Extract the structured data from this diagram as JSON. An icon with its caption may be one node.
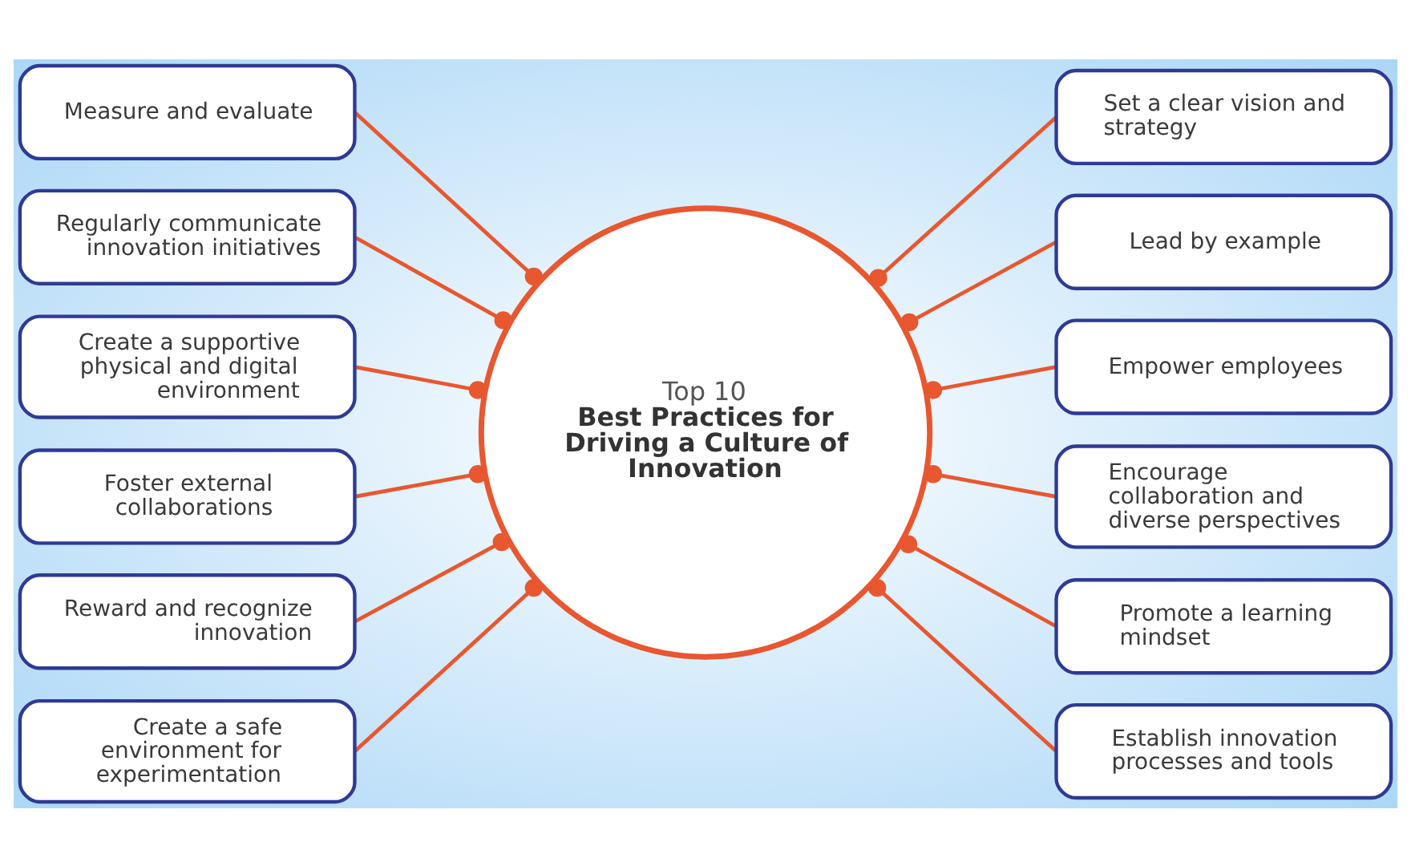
{
  "diagram": {
    "nodes": [
      {
        "text": [
          "Top 10",
          "Best Practices for Driving a Culture of Innovation"
        ]
      },
      {
        "text": [
          "Set a clear vision and strategy"
        ]
      },
      {
        "text": [
          "Lead by example"
        ]
      },
      {
        "text": [
          "Empower employees"
        ]
      },
      {
        "text": [
          "Encourage collaboration and diverse perspectives"
        ]
      },
      {
        "text": [
          "Promote a learning mindset"
        ]
      },
      {
        "text": [
          "Establish innovation processes and tools"
        ]
      },
      {
        "text": [
          "Create a safe environment for experimentation"
        ]
      },
      {
        "text": [
          "Reward and recognize innovation"
        ]
      },
      {
        "text": [
          "Foster external collaborations"
        ]
      },
      {
        "text": [
          "Create a supportive physical and digital environment"
        ]
      },
      {
        "text": [
          "Regularly communicate innovation initiatives"
        ]
      },
      {
        "text": [
          "Measure and evaluate"
        ]
      }
    ],
    "edges": [
      {
        "from": 0,
        "to": 1,
        "arrow": "other"
      },
      {
        "from": 0,
        "to": 2,
        "arrow": "other"
      },
      {
        "from": 0,
        "to": 3,
        "arrow": "other"
      },
      {
        "from": 0,
        "to": 4,
        "arrow": "other"
      },
      {
        "from": 0,
        "to": 5,
        "arrow": "other"
      },
      {
        "from": 0,
        "to": 6,
        "arrow": "other"
      },
      {
        "from": 0,
        "to": 7,
        "arrow": "other"
      },
      {
        "from": 0,
        "to": 8,
        "arrow": "other"
      },
      {
        "from": 0,
        "to": 9,
        "arrow": "other"
      },
      {
        "from": 0,
        "to": 10,
        "arrow": "other"
      },
      {
        "from": 0,
        "to": 11,
        "arrow": "other"
      },
      {
        "from": 0,
        "to": 12,
        "arrow": "other"
      }
    ]
  }
}
